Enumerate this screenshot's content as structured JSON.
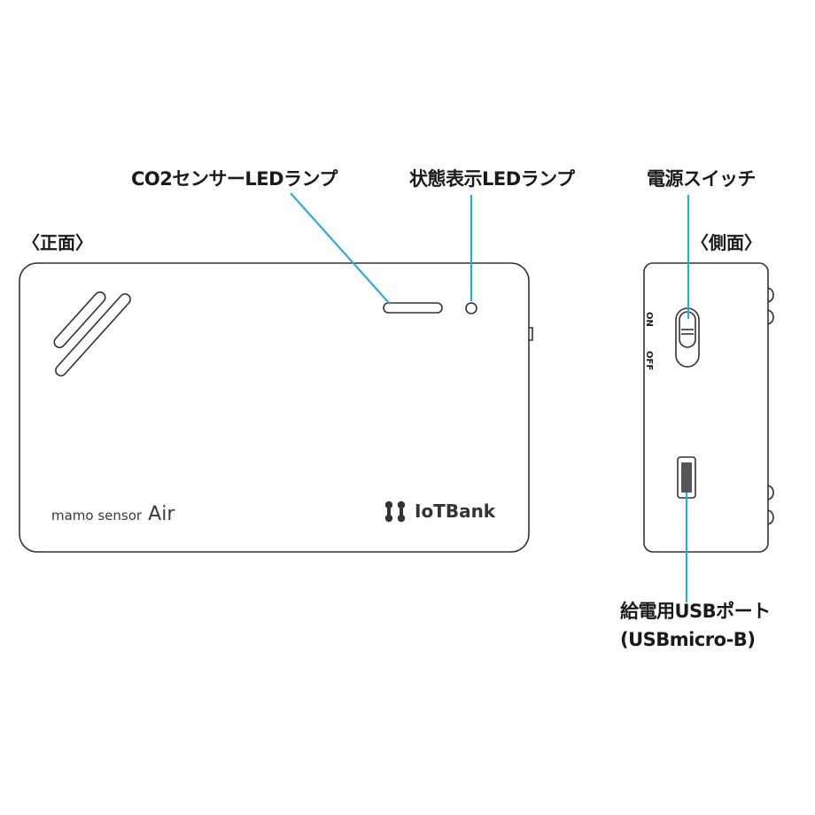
{
  "labels": {
    "co2_led": "CO2センサーLEDランプ",
    "status_led": "状態表示LEDランプ",
    "power_switch": "電源スイッチ",
    "front_view": "〈正面〉",
    "side_view": "〈側面〉",
    "usb_port_line1": "給電用USBポート",
    "usb_port_line2": "(USBmicro-B)"
  },
  "device": {
    "product_name_small": "mamo sensor",
    "product_name_large": "Air",
    "brand": "IoTBank",
    "switch_on": "ON",
    "switch_off": "OFF"
  },
  "colors": {
    "leader_line": "#29abe2",
    "outline": "#333333"
  }
}
